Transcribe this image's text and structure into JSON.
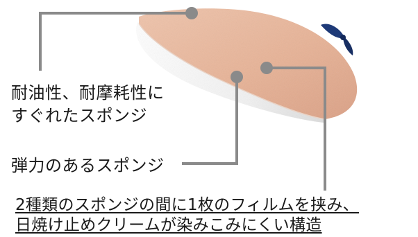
{
  "colors": {
    "leader_line": "#8a8a8a",
    "leader_dot": "#8a8a8a",
    "sponge_top": "#eab59b",
    "sponge_white": "#f3f3f3",
    "ribbon": "#1e3a78",
    "text": "#1a1a1a"
  },
  "labels": {
    "oil_resistant": {
      "line1": "耐油性、耐摩耗性に",
      "line2": "すぐれたスポンジ"
    },
    "elastic": "弾力のあるスポンジ",
    "structure": {
      "line1": "2種類のスポンジの間に1枚のフィルムを挟み、",
      "line2": "日焼け止めクリームが染みこみにくい構造"
    }
  },
  "illustration": {
    "subject": "half-moon-makeup-sponge",
    "ribbon_icon": "navy-ribbon"
  }
}
